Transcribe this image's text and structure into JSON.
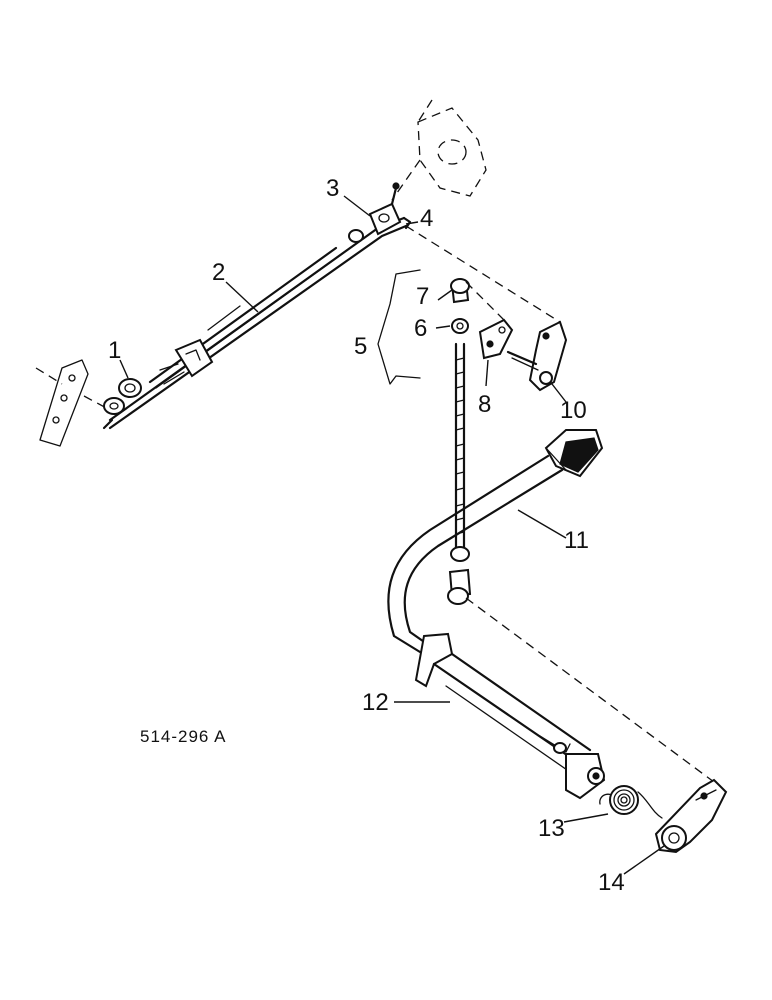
{
  "figure_code": "514-296 A",
  "callouts": {
    "c1": "1",
    "c2": "2",
    "c3": "3",
    "c4": "4",
    "c5": "5",
    "c6": "6",
    "c7": "7",
    "c8": "8",
    "c10": "10",
    "c11": "11",
    "c12": "12",
    "c13": "13",
    "c14": "14"
  }
}
